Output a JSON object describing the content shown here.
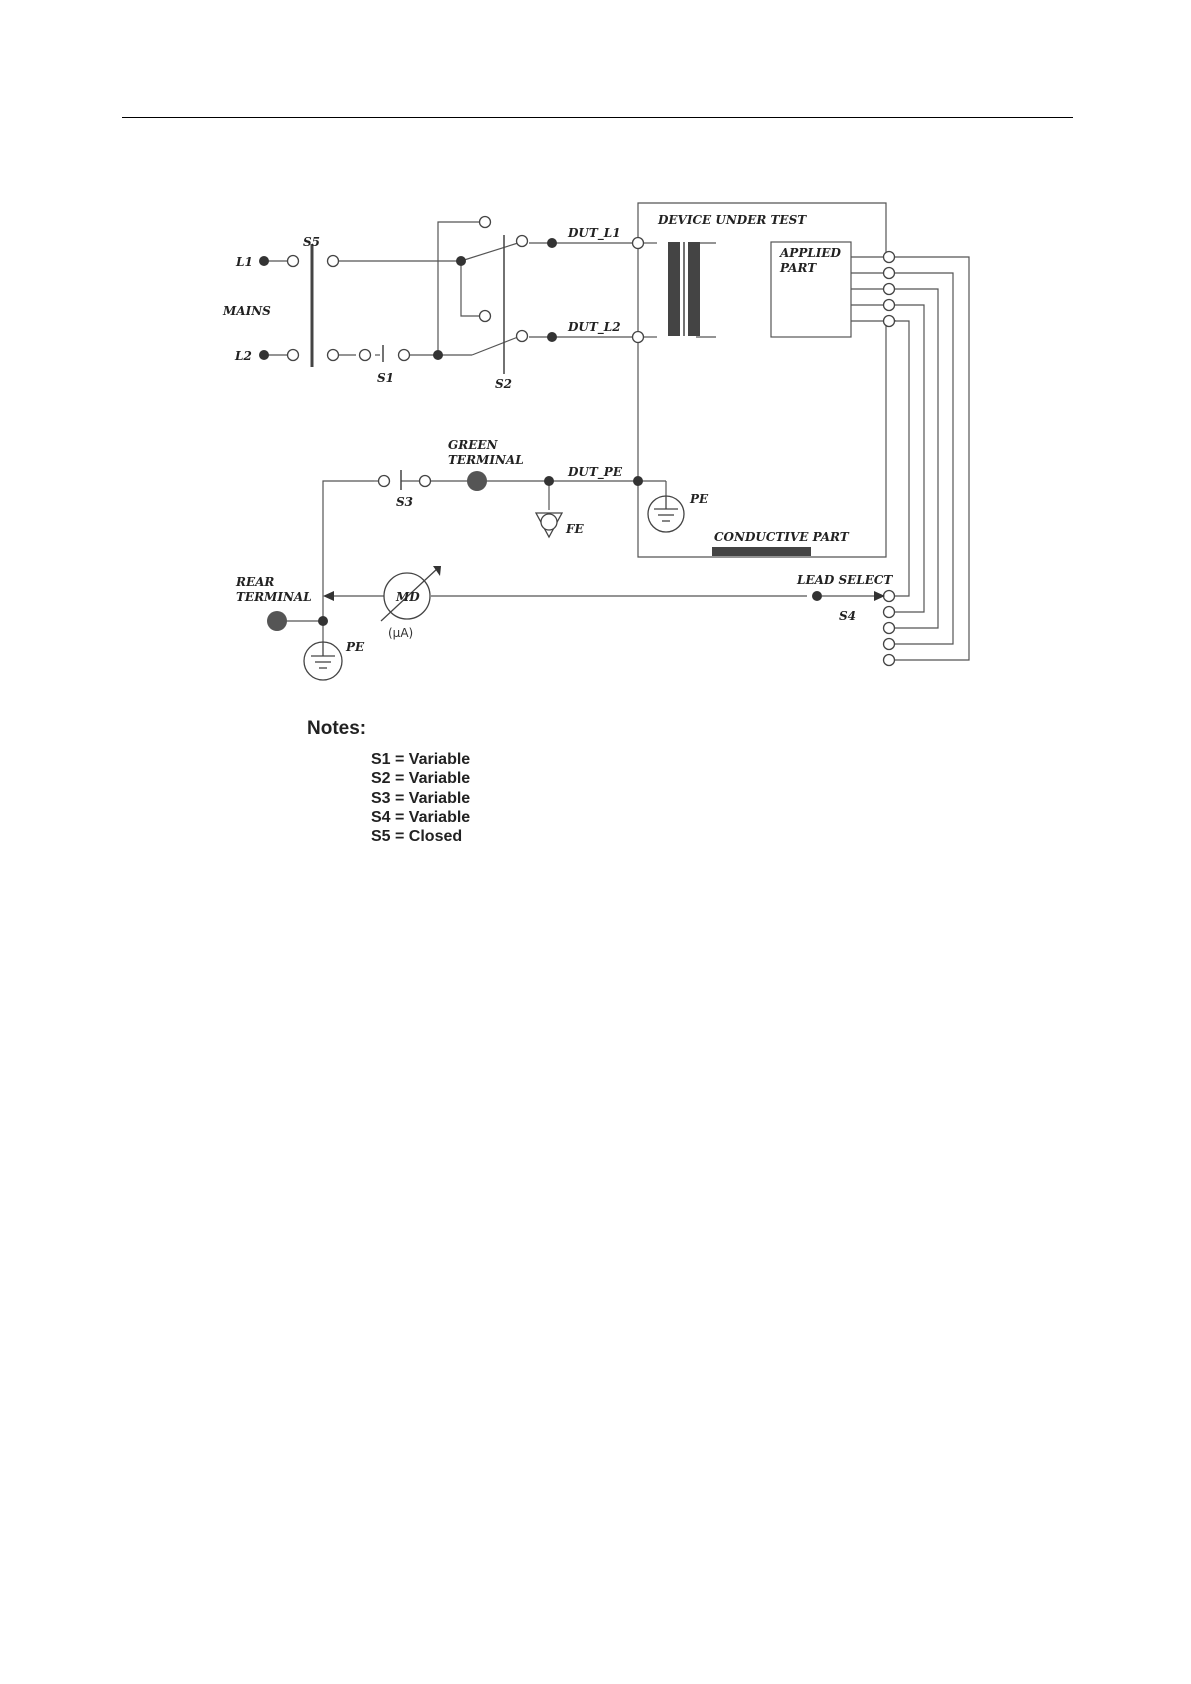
{
  "diagram": {
    "labels": {
      "l1": "L1",
      "l2": "L2",
      "mains": "MAINS",
      "s5": "S5",
      "s1": "S1",
      "s2": "S2",
      "s3": "S3",
      "s4": "S4",
      "dut_l1": "DUT_L1",
      "dut_l2": "DUT_L2",
      "dut_pe": "DUT_PE",
      "device_under_test": "DEVICE UNDER TEST",
      "applied_part_line1": "APPLIED",
      "applied_part_line2": "PART",
      "green_terminal_line1": "GREEN",
      "green_terminal_line2": "TERMINAL",
      "fe": "FE",
      "pe_dut": "PE",
      "pe_rear": "PE",
      "conductive_part": "CONDUCTIVE PART",
      "lead_select": "LEAD SELECT",
      "rear_terminal_line1": "REAR",
      "rear_terminal_line2": "TERMINAL",
      "md": "MD",
      "microamp": "(μA)"
    }
  },
  "notes": {
    "title": "Notes:",
    "items": [
      "S1 = Variable",
      "S2 = Variable",
      "S3 = Variable",
      "S4 = Variable",
      "S5 = Closed"
    ]
  }
}
